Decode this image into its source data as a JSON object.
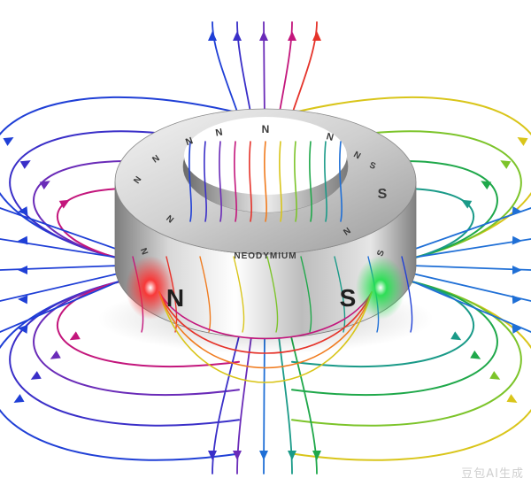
{
  "ring": {
    "brand_text": "NEODYMIUM",
    "pole_north": "N",
    "pole_south": "S",
    "top_labels": [
      "N",
      "N",
      "N",
      "N",
      "N",
      "N",
      "N",
      "N",
      "N",
      "N"
    ],
    "south_labels": [
      "S",
      "S",
      "S"
    ]
  },
  "palette": {
    "north_glow": "#ff1a1a",
    "south_glow": "#19e04a",
    "colors": [
      "#1f3fd6",
      "#3a2fc8",
      "#6a2bb8",
      "#c3167c",
      "#e5332a",
      "#f07b1e",
      "#d9c51a",
      "#7cc42a",
      "#1fa84a",
      "#1a9a88",
      "#1f6fd6"
    ]
  },
  "watermark": "豆包AI生成"
}
